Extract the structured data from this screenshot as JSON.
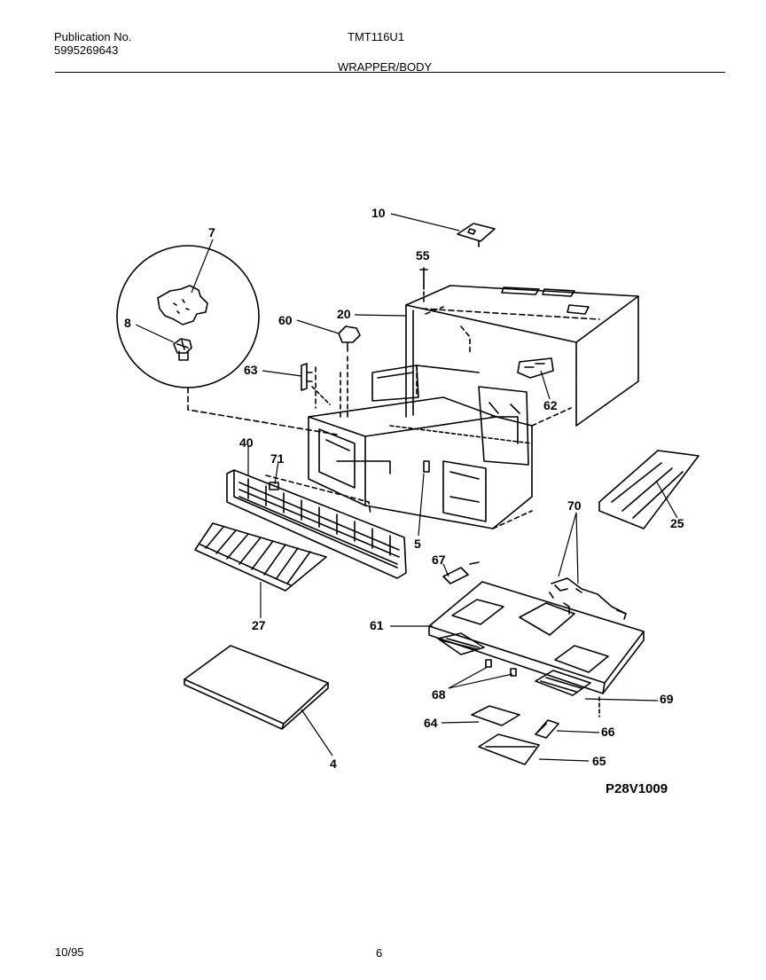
{
  "header": {
    "publication_label": "Publication No.",
    "publication_number": "5995269643",
    "model": "TMT116U1",
    "section_title": "WRAPPER/BODY"
  },
  "diagram": {
    "callouts": [
      "10",
      "7",
      "55",
      "20",
      "60",
      "8",
      "63",
      "62",
      "40",
      "71",
      "5",
      "70",
      "25",
      "67",
      "27",
      "61",
      "68",
      "69",
      "64",
      "66",
      "65",
      "4"
    ],
    "drawing_code": "P28V1009"
  },
  "footer": {
    "date": "10/95",
    "page_number": "6"
  }
}
